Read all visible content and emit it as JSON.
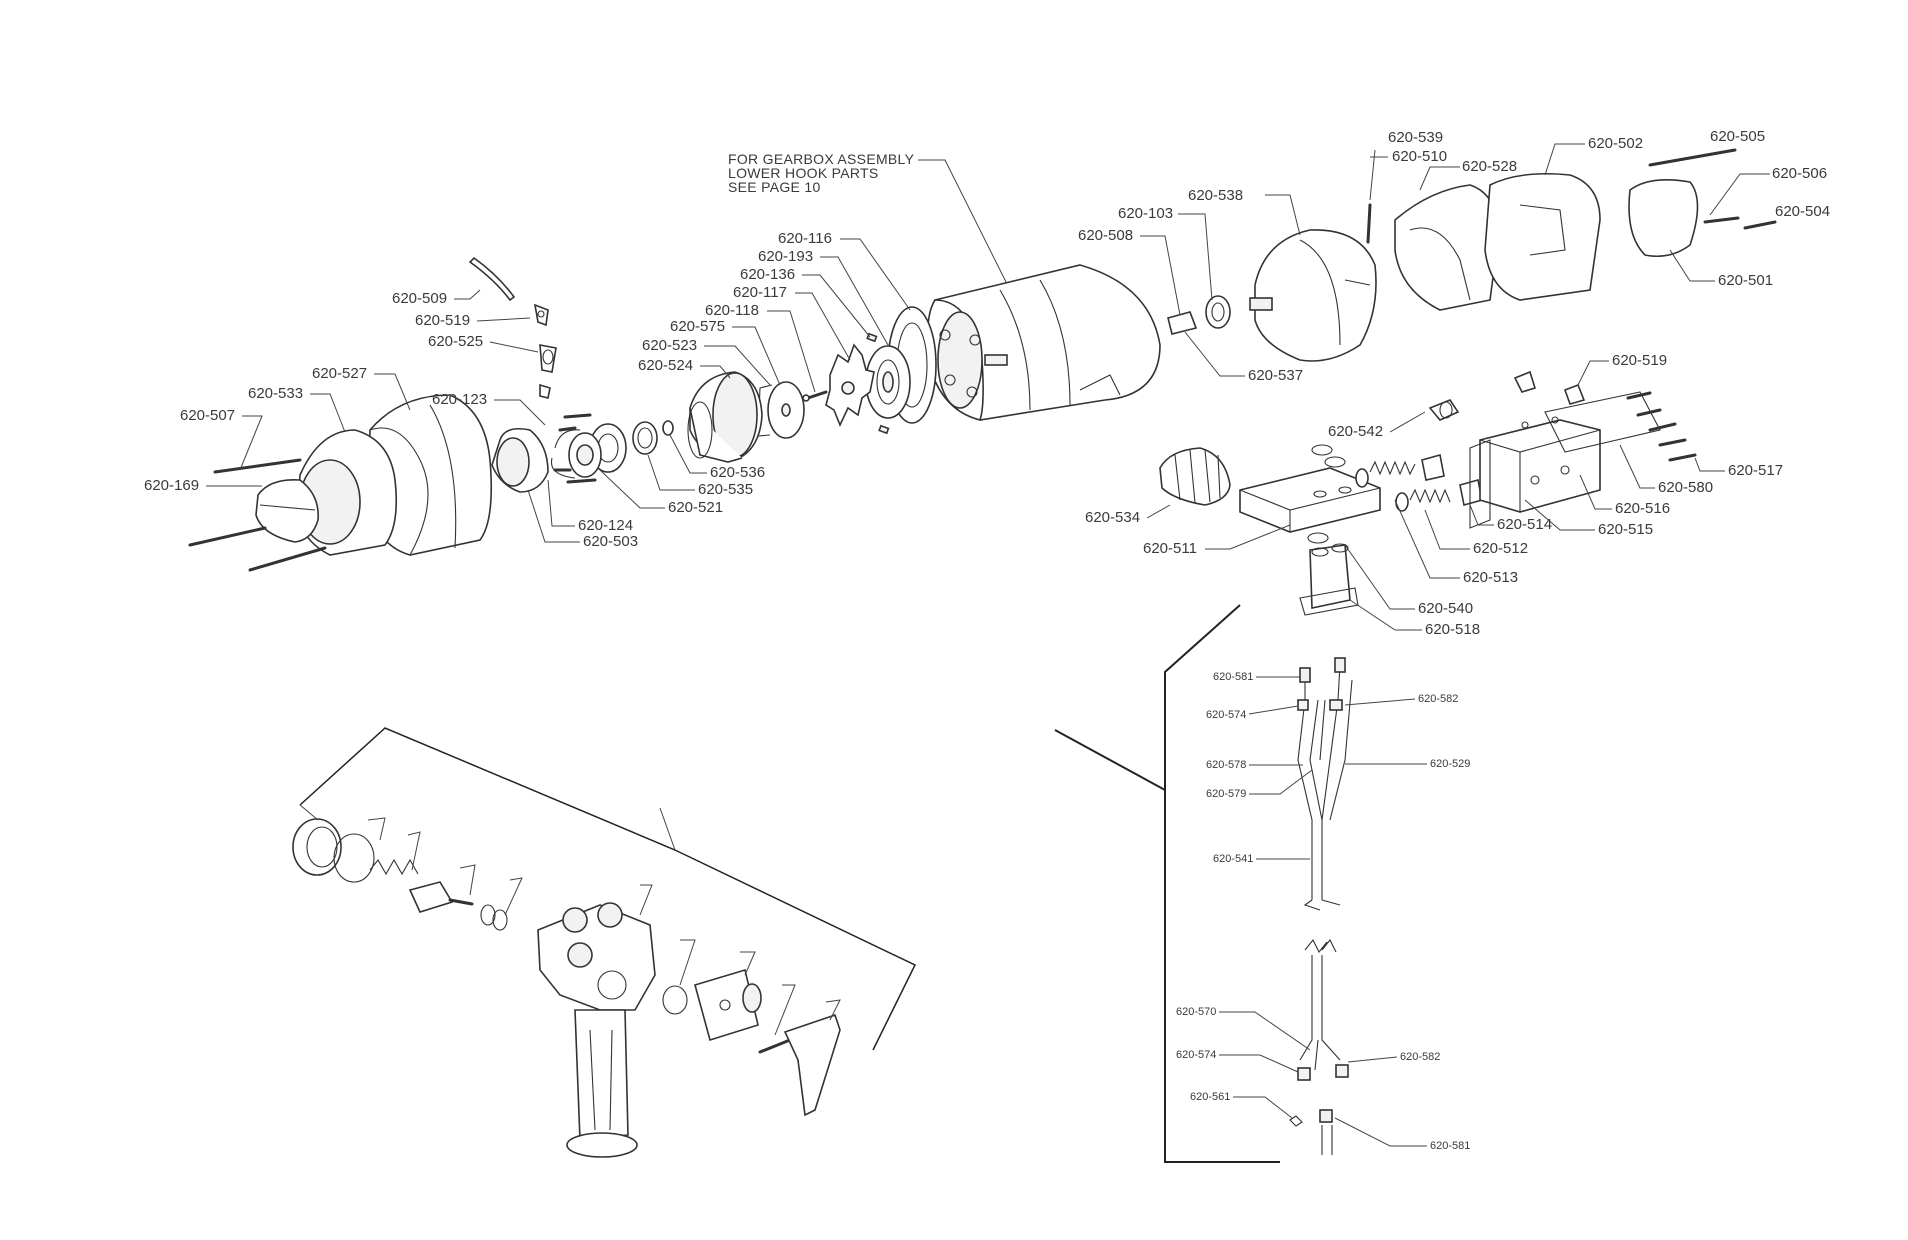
{
  "note": {
    "line1": "FOR GEARBOX ASSEMBLY",
    "line2": "LOWER HOOK PARTS",
    "line3": "SEE PAGE 10"
  },
  "main_labels": [
    "620-539",
    "620-510",
    "620-528",
    "620-502",
    "620-505",
    "620-506",
    "620-504",
    "620-501",
    "620-538",
    "620-103",
    "620-508",
    "620-537",
    "620-116",
    "620-193",
    "620-136",
    "620-117",
    "620-118",
    "620-575",
    "620-523",
    "620-524",
    "620-509",
    "620-519",
    "620-525",
    "620-527",
    "620-533",
    "620-507",
    "620-169",
    "620-123",
    "620-124",
    "620-521",
    "620-536",
    "620-535",
    "620-503",
    "620-519",
    "620-542",
    "620-534",
    "620-511",
    "620-580",
    "620-517",
    "620-516",
    "620-515",
    "620-514",
    "620-512",
    "620-513",
    "620-540",
    "620-518"
  ],
  "hose_labels": [
    "620-581",
    "620-574",
    "620-582",
    "620-578",
    "620-529",
    "620-579",
    "620-541",
    "620-570",
    "620-574",
    "620-582",
    "620-561",
    "620-581"
  ]
}
